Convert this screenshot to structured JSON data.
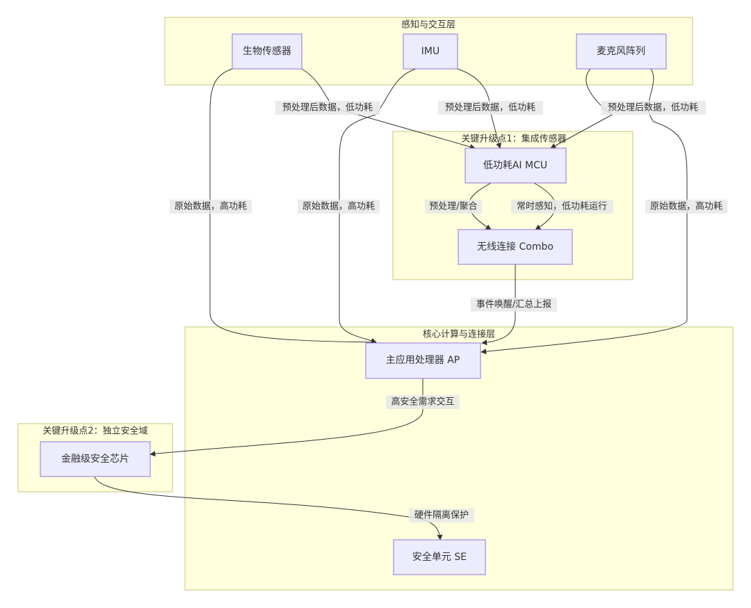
{
  "colors": {
    "cluster_fill": "#ffffde",
    "cluster_stroke": "#c6c67a",
    "node_fill": "#ececff",
    "node_stroke": "#9370db",
    "edge": "#333333",
    "label_bg": "#e8e8e8"
  },
  "clusters": {
    "perception": "感知与交互层",
    "upgrade1": "关键升级点1：集成传感器",
    "core": "核心计算与连接层",
    "upgrade2": "关键升级点2：独立安全域"
  },
  "nodes": {
    "bio": "生物传感器",
    "imu": "IMU",
    "mic": "麦克风阵列",
    "mcu": "低功耗AI MCU",
    "combo": "无线连接 Combo",
    "ap": "主应用处理器 AP",
    "fin": "金融级安全芯片",
    "se": "安全单元 SE"
  },
  "edges": {
    "bio_mcu": "预处理后数据，低功耗",
    "imu_mcu": "预处理后数据，低功耗",
    "mic_mcu": "预处理后数据，低功耗",
    "bio_ap": "原始数据，高功耗",
    "imu_ap": "原始数据，高功耗",
    "mic_ap": "原始数据，高功耗",
    "mcu_combo_1": "预处理/聚合",
    "mcu_combo_2": "常时感知，低功耗运行",
    "combo_ap": "事件唤醒/汇总上报",
    "ap_fin": "高安全需求交互",
    "fin_se": "硬件隔离保护"
  }
}
